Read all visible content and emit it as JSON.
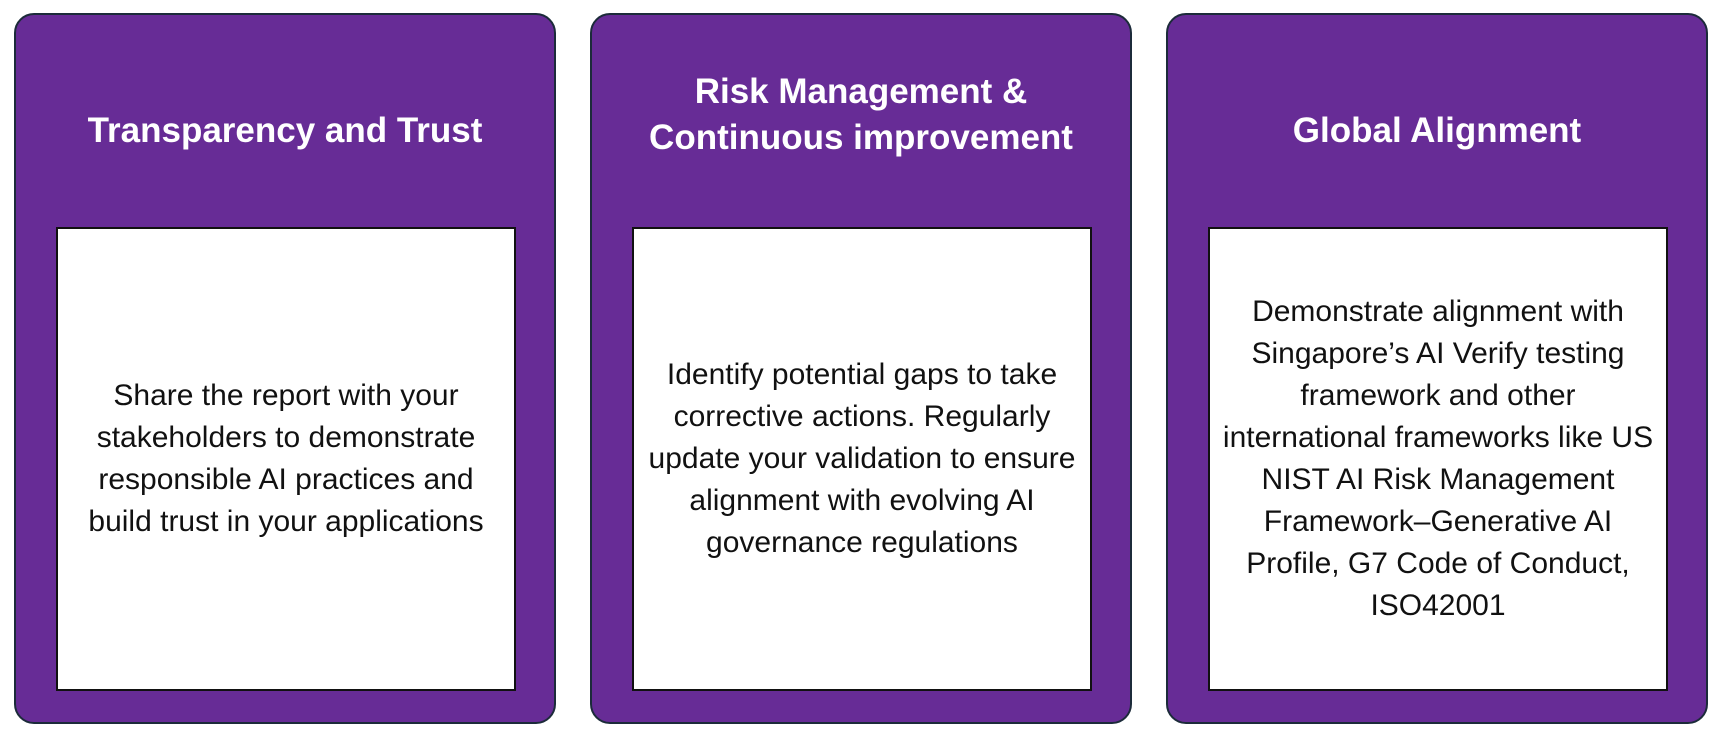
{
  "cards": [
    {
      "title": "Transparency and Trust",
      "text": "Share the report with your stakeholders to demonstrate responsible AI practices and build trust in your applications"
    },
    {
      "title": "Risk Management & Continuous improvement",
      "text": "Identify potential gaps to take corrective actions. Regularly update your validation to ensure alignment with evolving AI governance regulations"
    },
    {
      "title": "Global Alignment",
      "text": "Demonstrate alignment with Singapore’s AI Verify testing framework and other international frameworks like US NIST AI Risk Management Framework–Generative AI Profile, G7 Code of Conduct, ISO42001"
    }
  ],
  "colors": {
    "card_background": "#672c96",
    "card_border": "#1c2b3a",
    "body_background": "#ffffff",
    "title_text": "#ffffff",
    "body_text": "#111111"
  }
}
